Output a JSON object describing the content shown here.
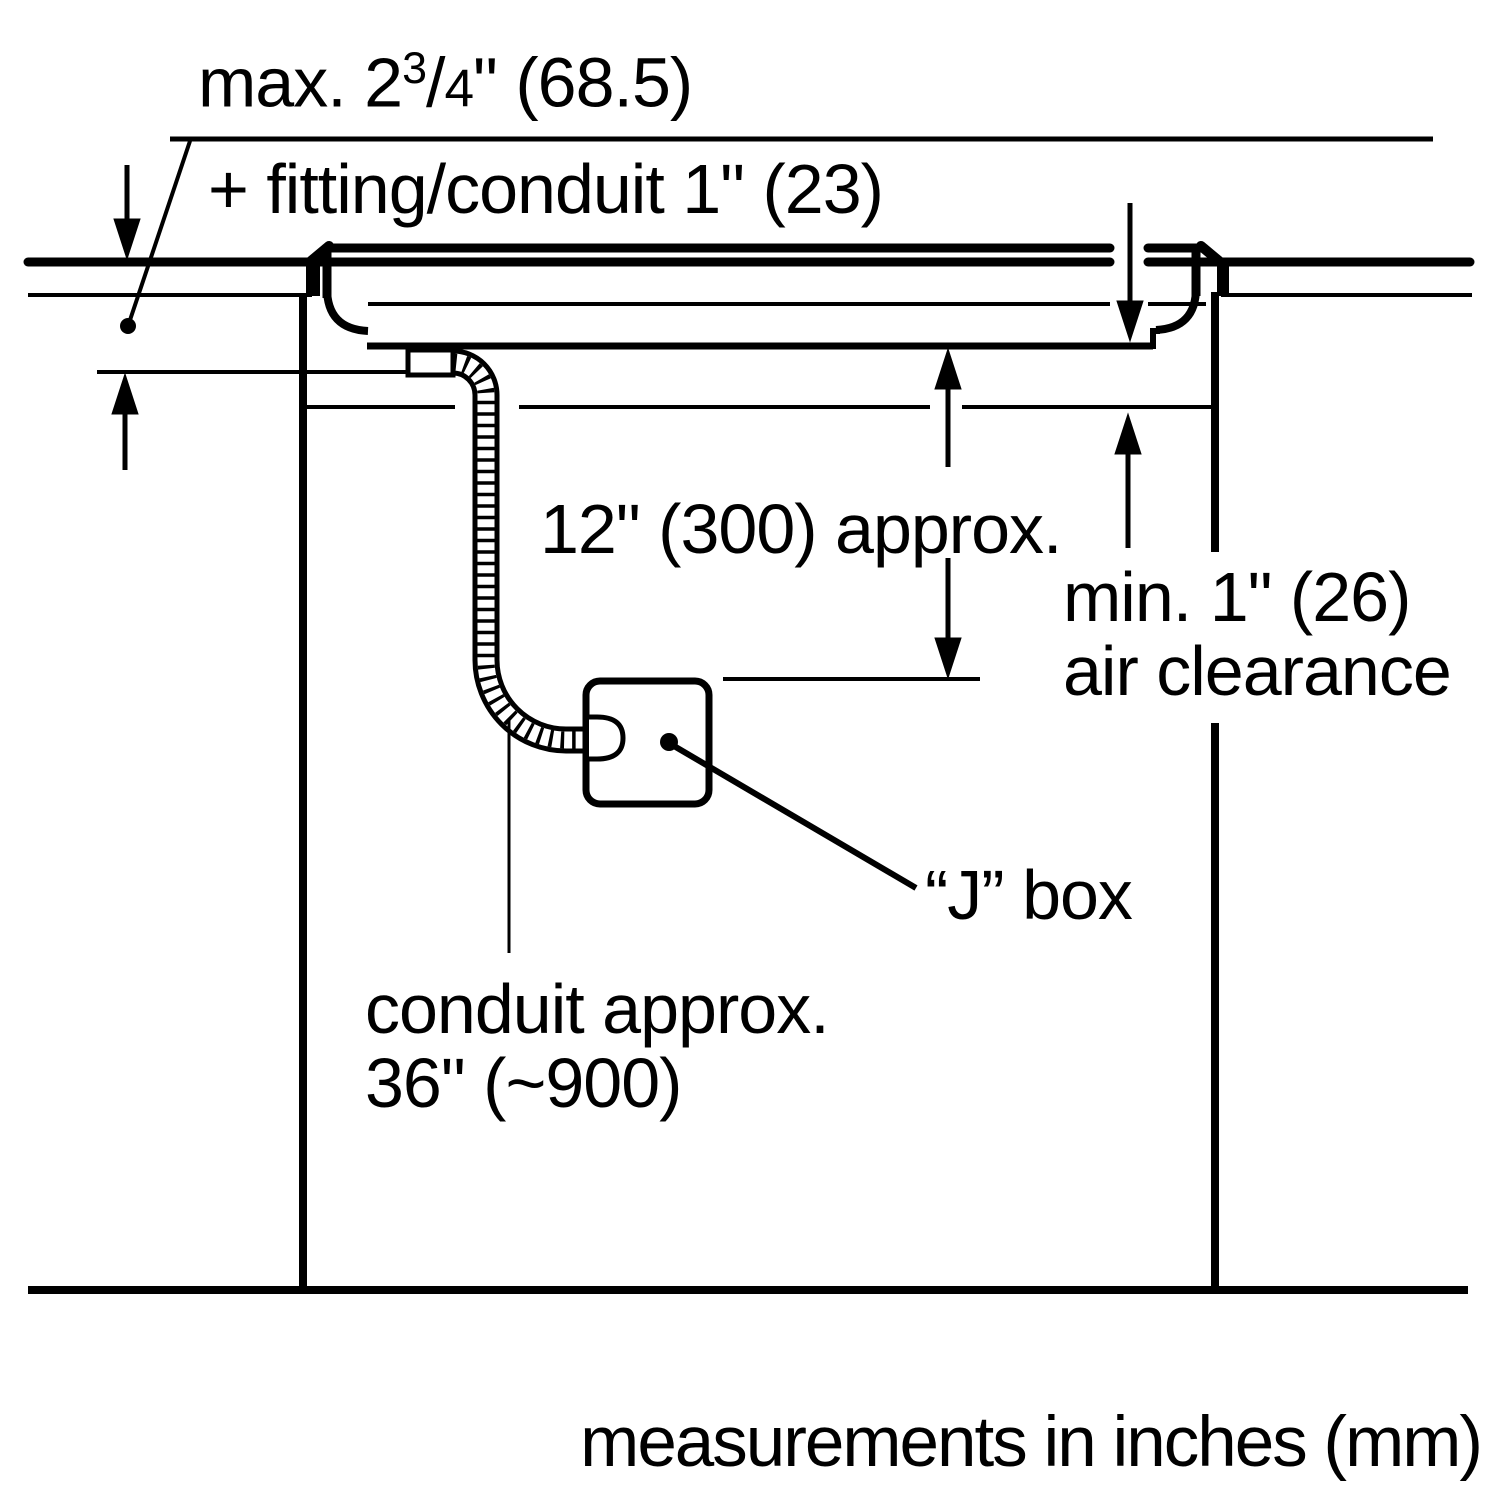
{
  "figure": {
    "caption": "measurements in inches (mm)",
    "dimensions": {
      "max_countertop": {
        "pre": "max. 2",
        "sup": "3",
        "slash": "/",
        "denom": "4",
        "post": "\" (68.5)"
      },
      "fitting_conduit": "+ fitting/conduit 1\" (23)",
      "jbox_depth": "12\" (300) approx.",
      "air_clearance_line1": "min. 1\" (26)",
      "air_clearance_line2": "air clearance",
      "jbox_label": "“J” box",
      "conduit_length_line1": "conduit approx.",
      "conduit_length_line2": "36\" (~900)"
    },
    "colors": {
      "ink": "#000000",
      "paper": "#ffffff"
    }
  }
}
